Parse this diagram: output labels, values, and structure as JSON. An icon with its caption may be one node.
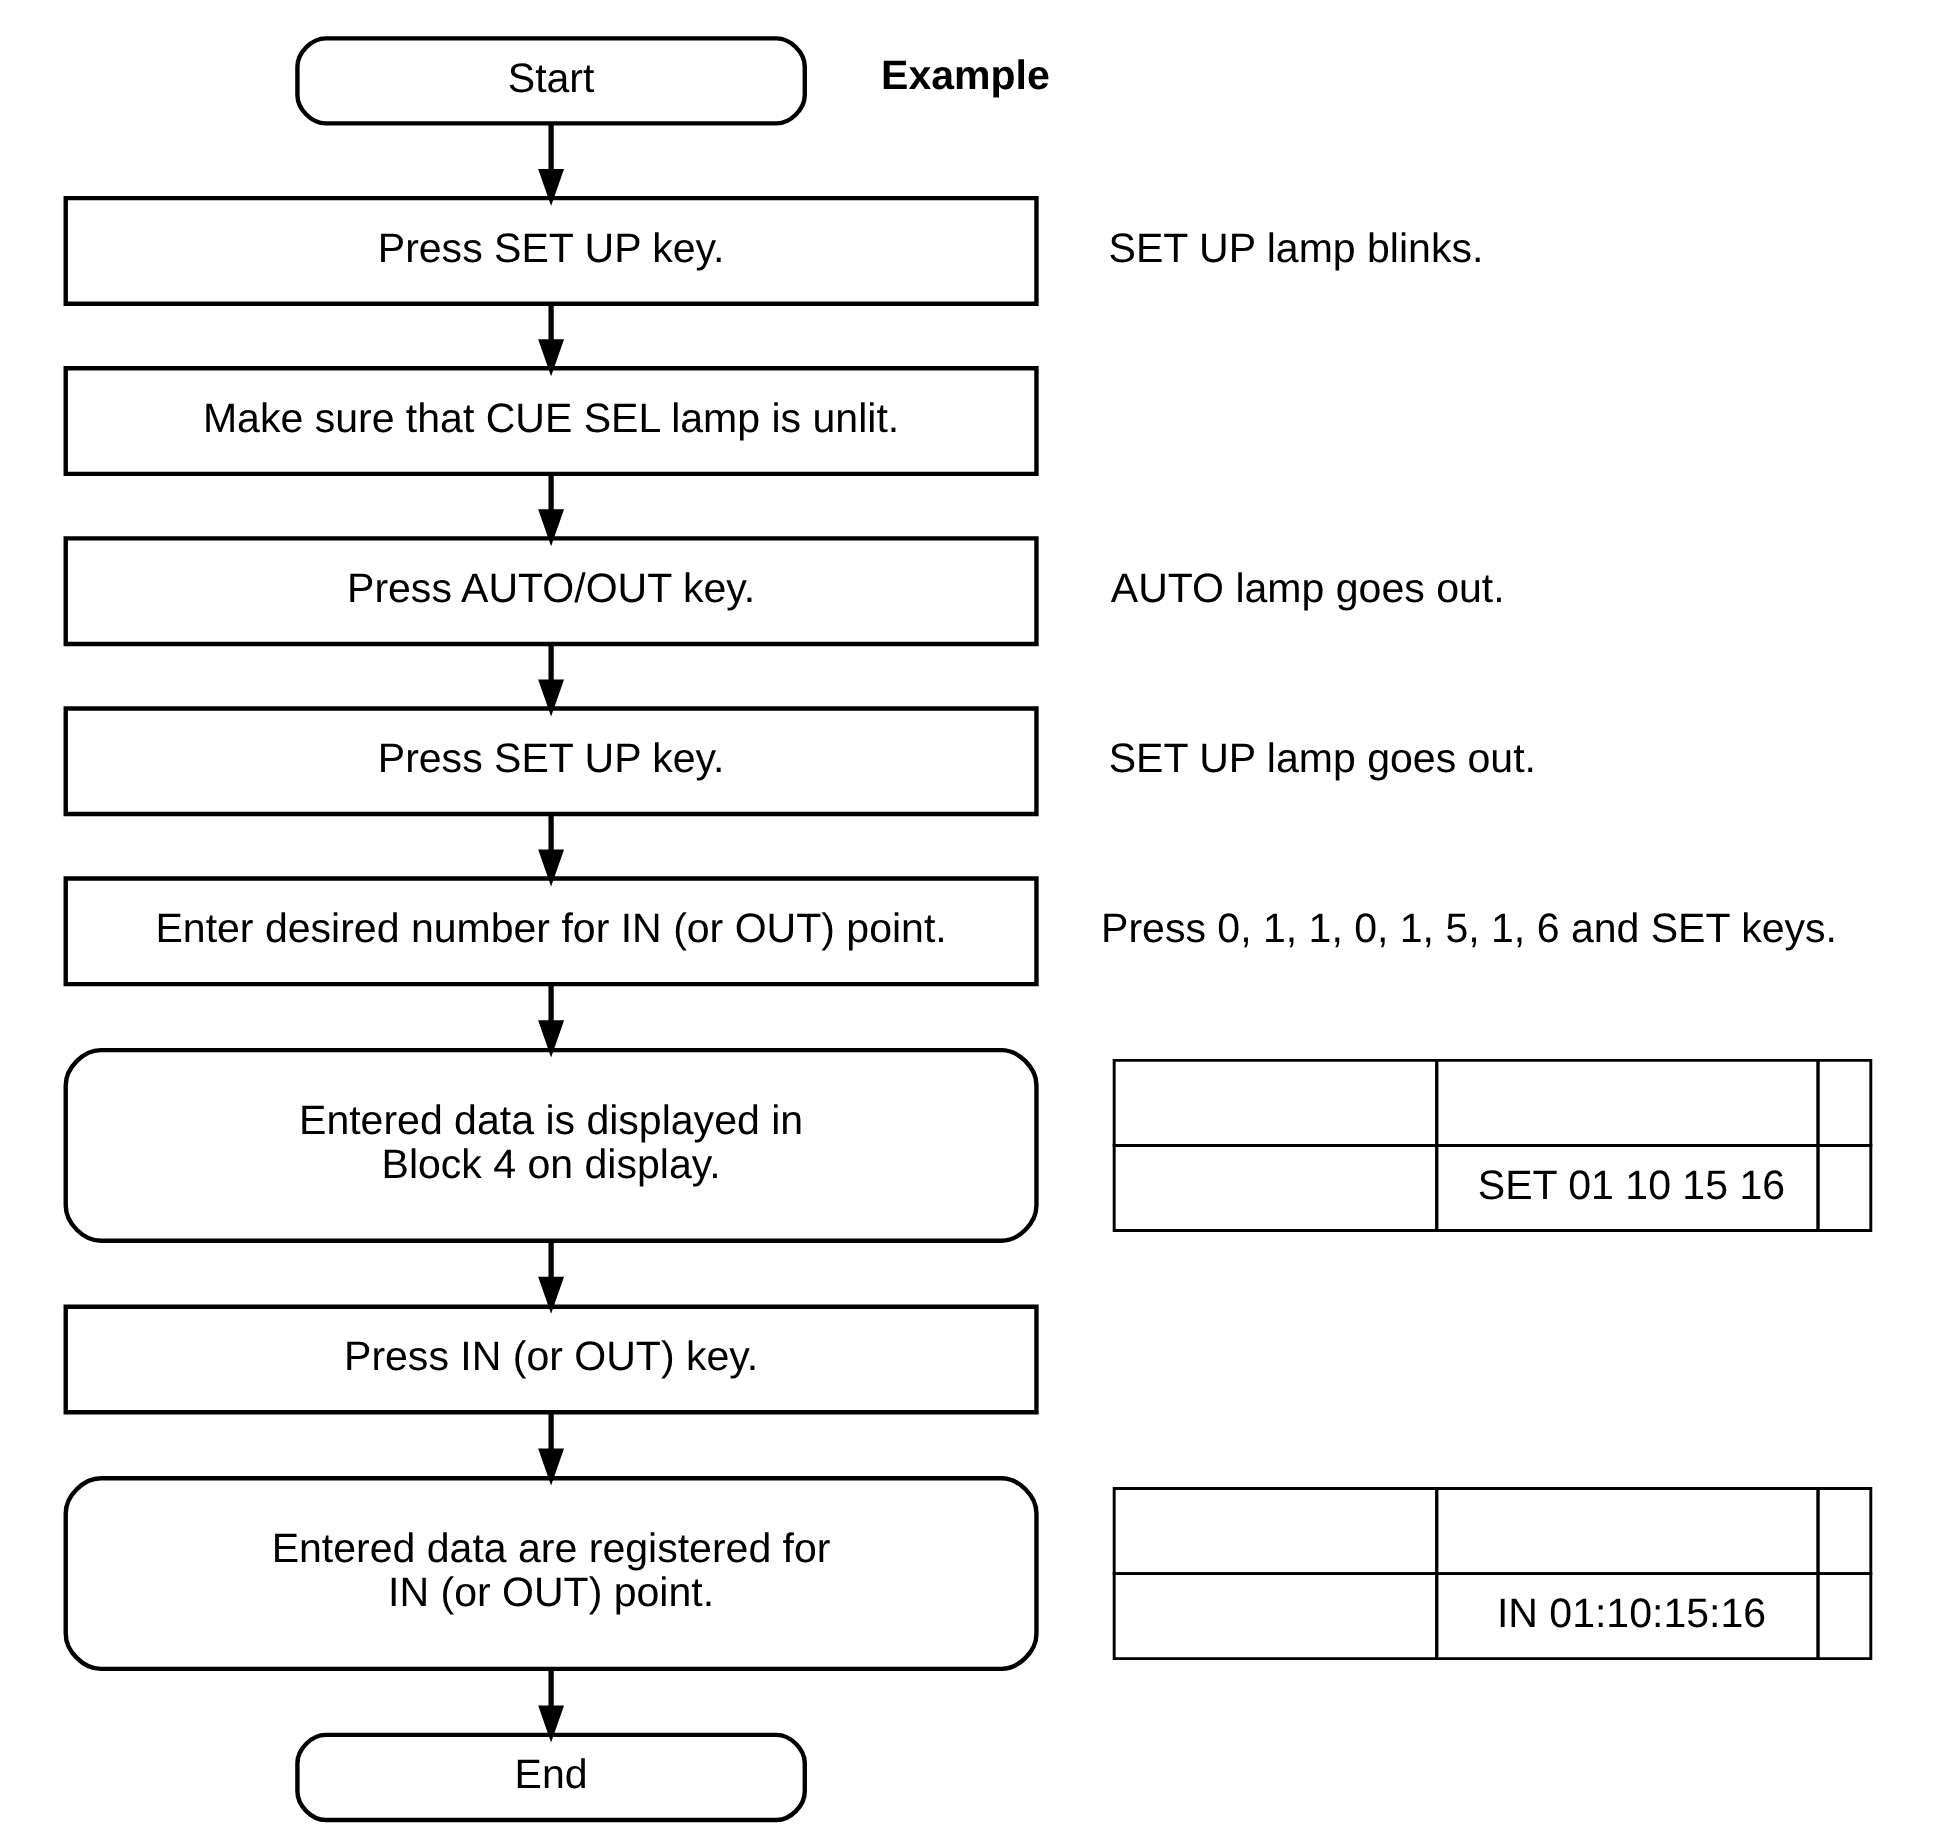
{
  "diagram": {
    "nodes": [
      {
        "text": [
          "Start"
        ]
      },
      {
        "text": [
          "Press SET UP key."
        ],
        "beside": [
          "SET UP lamp blinks."
        ]
      },
      {
        "text": [
          "Make sure that CUE SEL lamp is unlit."
        ]
      },
      {
        "text": [
          "Press AUTO/OUT key."
        ],
        "beside": [
          "AUTO lamp goes out."
        ]
      },
      {
        "text": [
          "Press SET UP key."
        ],
        "beside": [
          "SET UP lamp goes out."
        ]
      },
      {
        "text": [
          "Enter desired number for IN (or OUT) point."
        ],
        "beside": [
          "Press 0, 1, 1, 0, 1, 5, 1, 6 and SET keys."
        ]
      },
      {
        "text": [
          "Entered data is displayed in Block 4 on display."
        ]
      },
      {
        "text": [
          "Press IN (or OUT) key."
        ]
      },
      {
        "text": [
          "Entered data are registered for IN (or OUT) point."
        ]
      },
      {
        "text": [
          "End"
        ]
      }
    ],
    "edges": [
      {
        "from": 0,
        "to": 1,
        "arrow": "to"
      },
      {
        "from": 1,
        "to": 2,
        "arrow": "to"
      },
      {
        "from": 2,
        "to": 3,
        "arrow": "to"
      },
      {
        "from": 3,
        "to": 4,
        "arrow": "to"
      },
      {
        "from": 4,
        "to": 5,
        "arrow": "to"
      },
      {
        "from": 5,
        "to": 6,
        "arrow": "to"
      },
      {
        "from": 6,
        "to": 7,
        "arrow": "to"
      },
      {
        "from": 7,
        "to": 8,
        "arrow": "to"
      },
      {
        "from": 8,
        "to": 9,
        "arrow": "to"
      }
    ],
    "labels": [
      "Example",
      "SET 01 10 15 16",
      "IN 01:10:15:16"
    ]
  }
}
